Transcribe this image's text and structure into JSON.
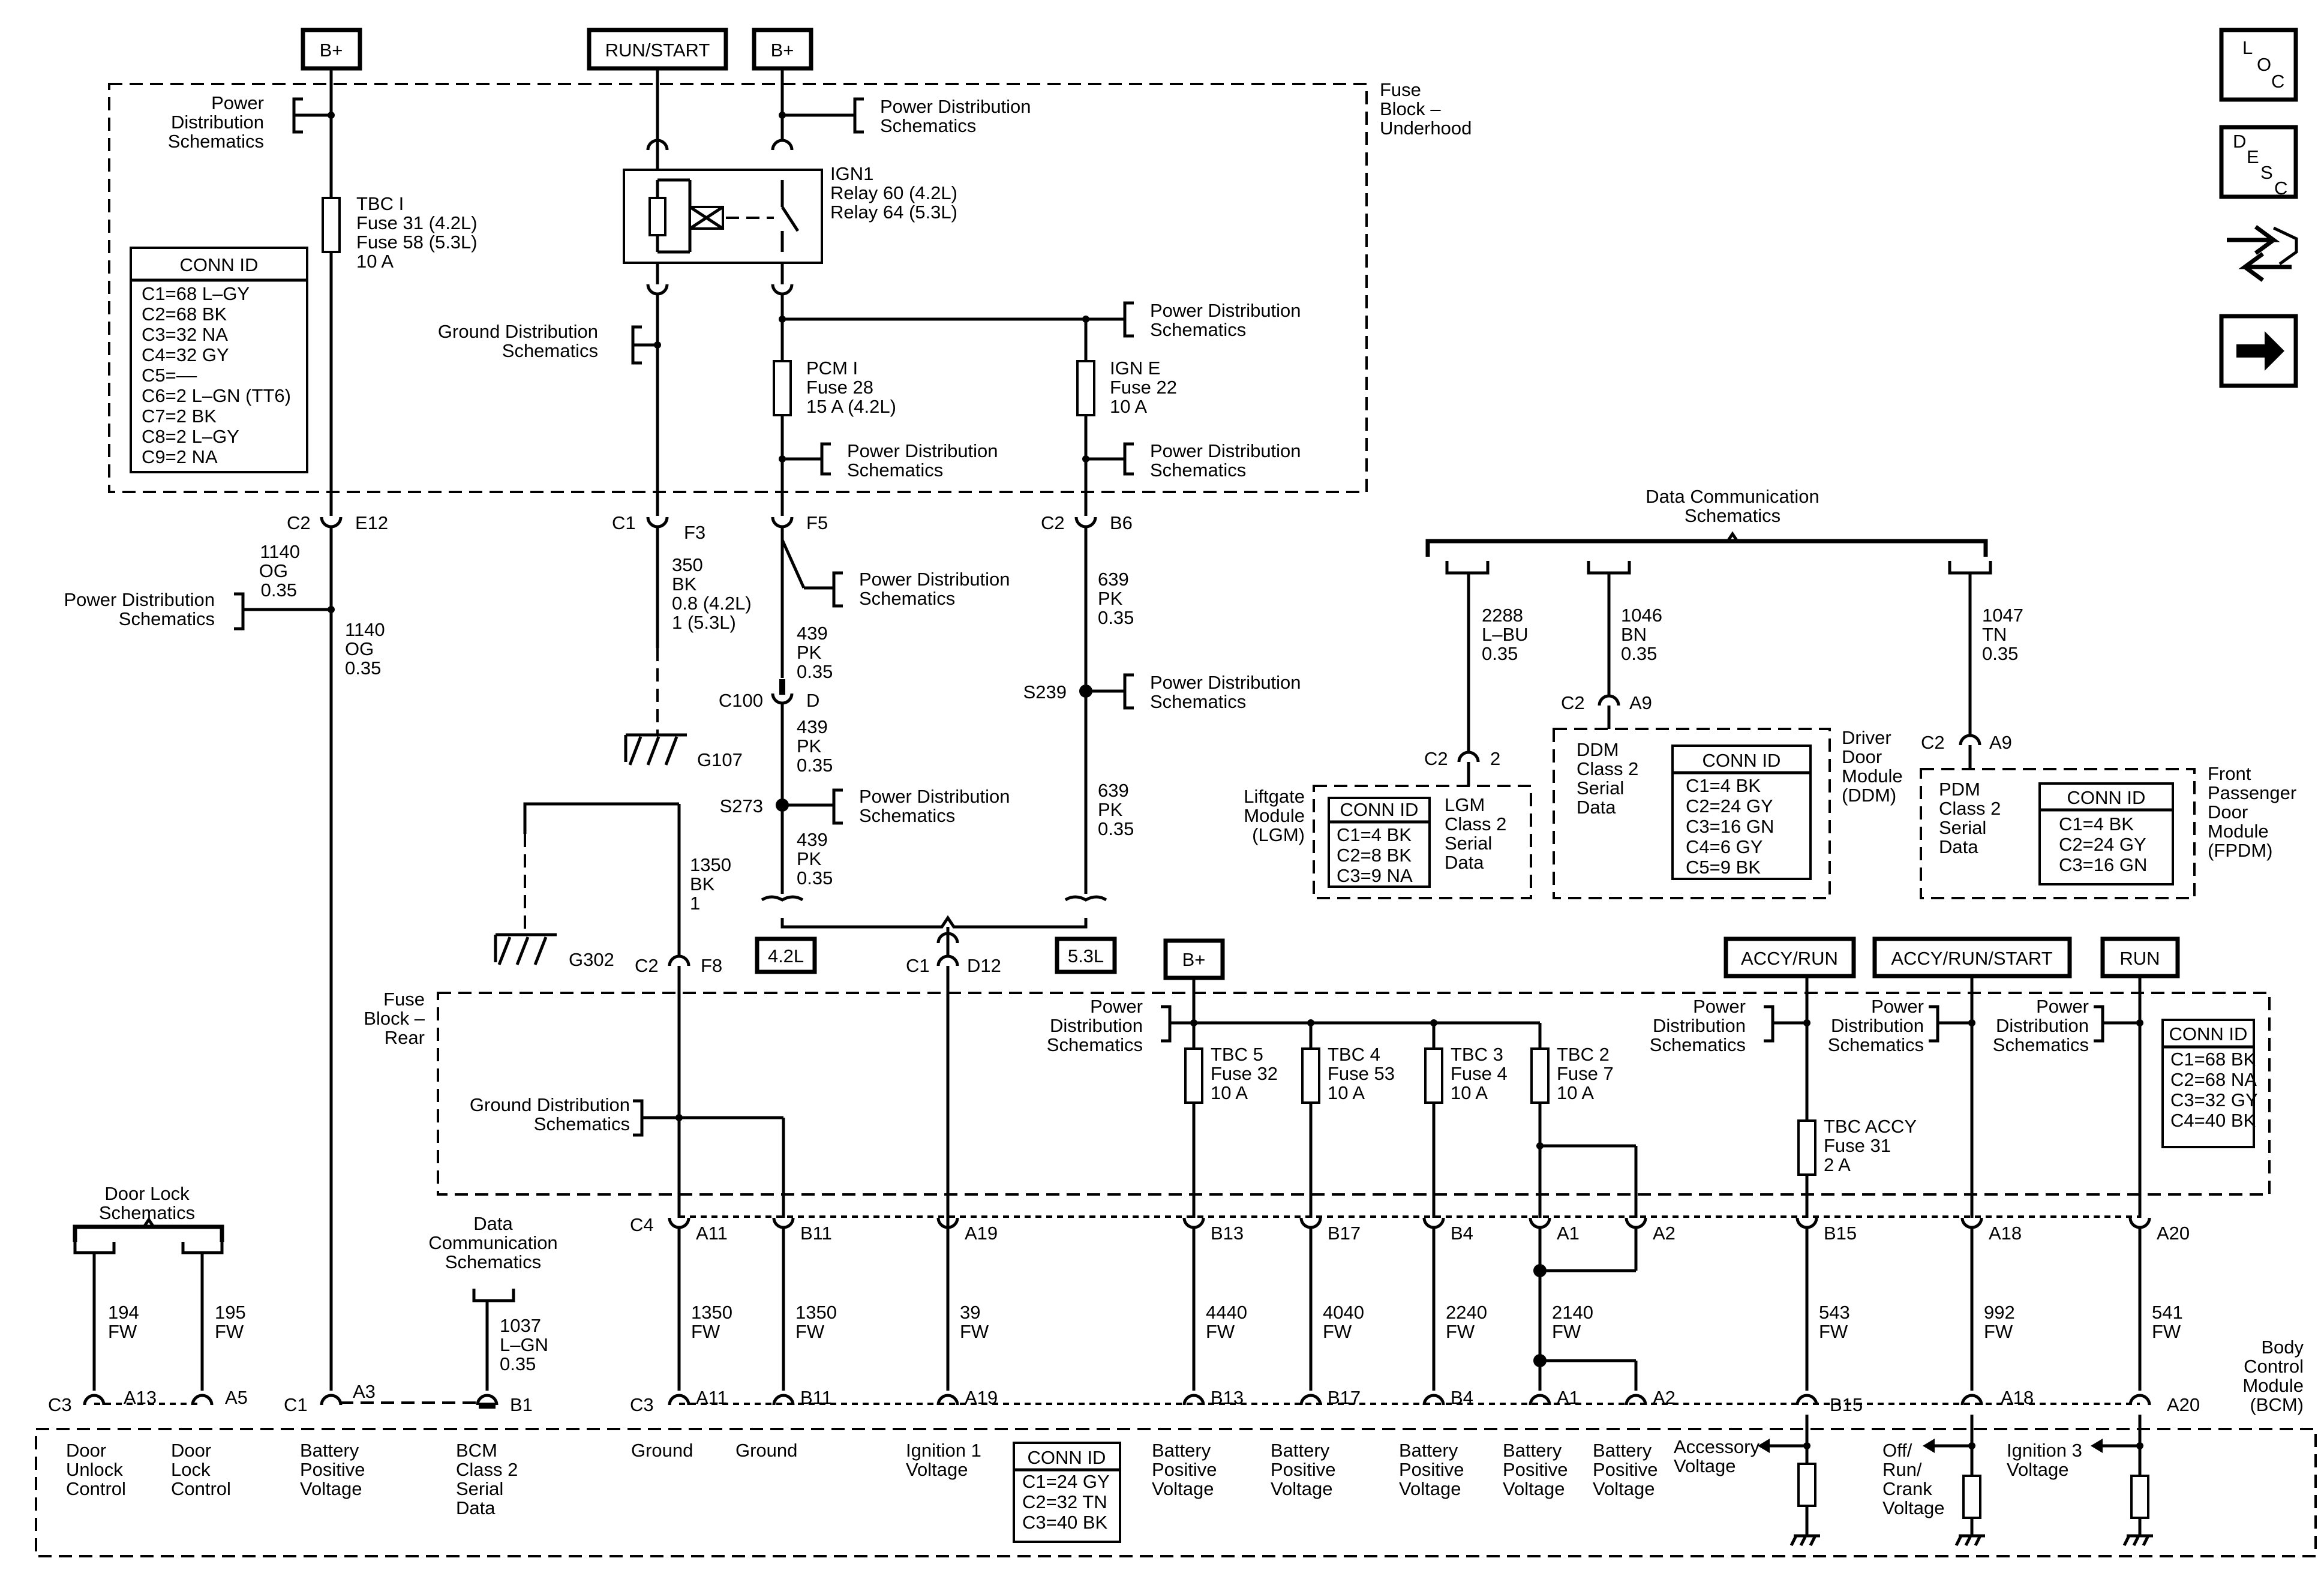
{
  "sources": {
    "bplus_1": "B+",
    "run_start": "RUN/START",
    "bplus_2": "B+",
    "bplus_rear": "B+",
    "accy_run": "ACCY/RUN",
    "accy_run_start": "ACCY/RUN/START",
    "run": "RUN"
  },
  "nav_icons": {
    "loc": [
      "L",
      "O",
      "C"
    ],
    "desc": [
      "D",
      "E",
      "S",
      "C"
    ]
  },
  "refs": {
    "power_dist": [
      "Power",
      "Distribution",
      "Schematics"
    ],
    "power_dist_2line": [
      "Power Distribution",
      "Schematics"
    ],
    "ground_dist": [
      "Ground Distribution",
      "Schematics"
    ],
    "data_comm_top": [
      "Data Communication",
      "Schematics"
    ],
    "data_comm_bot": [
      "Data",
      "Communication",
      "Schematics"
    ],
    "door_lock": [
      "Door Lock",
      "Schematics"
    ]
  },
  "fuse_block_underhood": {
    "label": [
      "Fuse",
      "Block –",
      "Underhood"
    ],
    "tbc_fuse": [
      "TBC I",
      "Fuse 31 (4.2L)",
      "Fuse 58 (5.3L)",
      "10 A"
    ],
    "relay": [
      "IGN1",
      "Relay 60 (4.2L)",
      "Relay 64 (5.3L)"
    ],
    "pcm_fuse": [
      "PCM I",
      "Fuse 28",
      "15 A (4.2L)"
    ],
    "ign_e_fuse": [
      "IGN E",
      "Fuse 22",
      "10 A"
    ],
    "conn_id": {
      "title": "CONN ID",
      "rows": [
        "C1=68 L–GY",
        "C2=68 BK",
        "C3=32 NA",
        "C4=32 GY",
        "C5=––",
        "C6=2 L–GN (TT6)",
        "C7=2 BK",
        "C8=2 L–GY",
        "C9=2 NA"
      ]
    }
  },
  "connectors_top": {
    "c2_e12": [
      "C2",
      "E12"
    ],
    "c1_f3": [
      "C1",
      "F3"
    ],
    "f5": "F5",
    "c2_b6": [
      "C2",
      "B6"
    ],
    "c100_d": [
      "C100",
      "D"
    ],
    "s239": "S239",
    "s273": "S273",
    "c2_f8": [
      "C2",
      "F8"
    ],
    "c1_d12": [
      "C1",
      "D12"
    ],
    "g107": "G107",
    "g302": "G302",
    "engine_42": "4.2L",
    "engine_53": "5.3L"
  },
  "wires_top": {
    "w1140a": [
      "1140",
      "OG",
      "0.35"
    ],
    "w1140b": [
      "1140",
      "OG",
      "0.35"
    ],
    "w350": [
      "350",
      "BK",
      "0.8 (4.2L)",
      "1 (5.3L)"
    ],
    "w439a": [
      "439",
      "PK",
      "0.35"
    ],
    "w439b": [
      "439",
      "PK",
      "0.35"
    ],
    "w439c": [
      "439",
      "PK",
      "0.35"
    ],
    "w639a": [
      "639",
      "PK",
      "0.35"
    ],
    "w639b": [
      "639",
      "PK",
      "0.35"
    ],
    "w1350": [
      "1350",
      "BK",
      "1"
    ]
  },
  "serial_modules": {
    "w2288": [
      "2288",
      "L–BU",
      "0.35"
    ],
    "w1046": [
      "1046",
      "BN",
      "0.35"
    ],
    "w1047": [
      "1047",
      "TN",
      "0.35"
    ],
    "lgm_conn": [
      "C2",
      "2"
    ],
    "ddm_conn": [
      "C2",
      "A9"
    ],
    "pdm_conn": [
      "C2",
      "A9"
    ],
    "lgm_label": [
      "Liftgate",
      "Module",
      "(LGM)"
    ],
    "lgm_text": [
      "LGM",
      "Class 2",
      "Serial",
      "Data"
    ],
    "lgm_conn_id": {
      "title": "CONN ID",
      "rows": [
        "C1=4 BK",
        "C2=8 BK",
        "C3=9 NA"
      ]
    },
    "ddm_label": [
      "Driver",
      "Door",
      "Module",
      "(DDM)"
    ],
    "ddm_text": [
      "DDM",
      "Class 2",
      "Serial",
      "Data"
    ],
    "ddm_conn_id": {
      "title": "CONN ID",
      "rows": [
        "C1=4 BK",
        "C2=24 GY",
        "C3=16 GN",
        "C4=6 GY",
        "C5=9 BK"
      ]
    },
    "fpdm_label": [
      "Front",
      "Passenger",
      "Door",
      "Module",
      "(FPDM)"
    ],
    "pdm_text": [
      "PDM",
      "Class 2",
      "Serial",
      "Data"
    ],
    "pdm_conn_id": {
      "title": "CONN ID",
      "rows": [
        "C1=4 BK",
        "C2=24 GY",
        "C3=16 GN"
      ]
    }
  },
  "fuse_block_rear": {
    "label": [
      "Fuse",
      "Block –",
      "Rear"
    ],
    "tbc5": [
      "TBC 5",
      "Fuse 32",
      "10 A"
    ],
    "tbc4": [
      "TBC 4",
      "Fuse 53",
      "10 A"
    ],
    "tbc3": [
      "TBC 3",
      "Fuse 4",
      "10 A"
    ],
    "tbc2": [
      "TBC 2",
      "Fuse 7",
      "10 A"
    ],
    "tbc_accy": [
      "TBC ACCY",
      "Fuse 31",
      "2 A"
    ],
    "conn_id": {
      "title": "CONN ID",
      "rows": [
        "C1=68 BK",
        "C2=68 NA",
        "C3=32 GY",
        "C4=40 BK"
      ]
    }
  },
  "rear_pins": {
    "c4": "C4",
    "pins": [
      "A11",
      "B11",
      "A19",
      "B13",
      "B17",
      "B4",
      "A1",
      "A2",
      "B15",
      "A18",
      "A20"
    ]
  },
  "wires_bottom": {
    "w194": [
      "194",
      "FW"
    ],
    "w195": [
      "195",
      "FW"
    ],
    "w1037": [
      "1037",
      "L–GN",
      "0.35"
    ],
    "w1350a": [
      "1350",
      "FW"
    ],
    "w1350b": [
      "1350",
      "FW"
    ],
    "w39": [
      "39",
      "FW"
    ],
    "w4440": [
      "4440",
      "FW"
    ],
    "w4040": [
      "4040",
      "FW"
    ],
    "w2240": [
      "2240",
      "FW"
    ],
    "w2140": [
      "2140",
      "FW"
    ],
    "w543": [
      "543",
      "FW"
    ],
    "w992": [
      "992",
      "FW"
    ],
    "w541": [
      "541",
      "FW"
    ]
  },
  "bcm": {
    "label": [
      "Body",
      "Control",
      "Module",
      "(BCM)"
    ],
    "pins_top": [
      "C3",
      "A13",
      "A5",
      "C1",
      "A3",
      "B1",
      "C3",
      "A11",
      "B11",
      "A19",
      "B13",
      "B17",
      "B4",
      "A1",
      "A2",
      "B15",
      "A18",
      "A20"
    ],
    "door_unlock": [
      "Door",
      "Unlock",
      "Control"
    ],
    "door_lock": [
      "Door",
      "Lock",
      "Control"
    ],
    "batt_pos": [
      "Battery",
      "Positive",
      "Voltage"
    ],
    "bcm_serial": [
      "BCM",
      "Class 2",
      "Serial",
      "Data"
    ],
    "ground": "Ground",
    "ign1": [
      "Ignition 1",
      "Voltage"
    ],
    "accessory": [
      "Accessory",
      "Voltage"
    ],
    "off_run_crank": [
      "Off/",
      "Run/",
      "Crank",
      "Voltage"
    ],
    "ign3": [
      "Ignition 3",
      "Voltage"
    ],
    "conn_id": {
      "title": "CONN ID",
      "rows": [
        "C1=24 GY",
        "C2=32 TN",
        "C3=40 BK"
      ]
    }
  }
}
